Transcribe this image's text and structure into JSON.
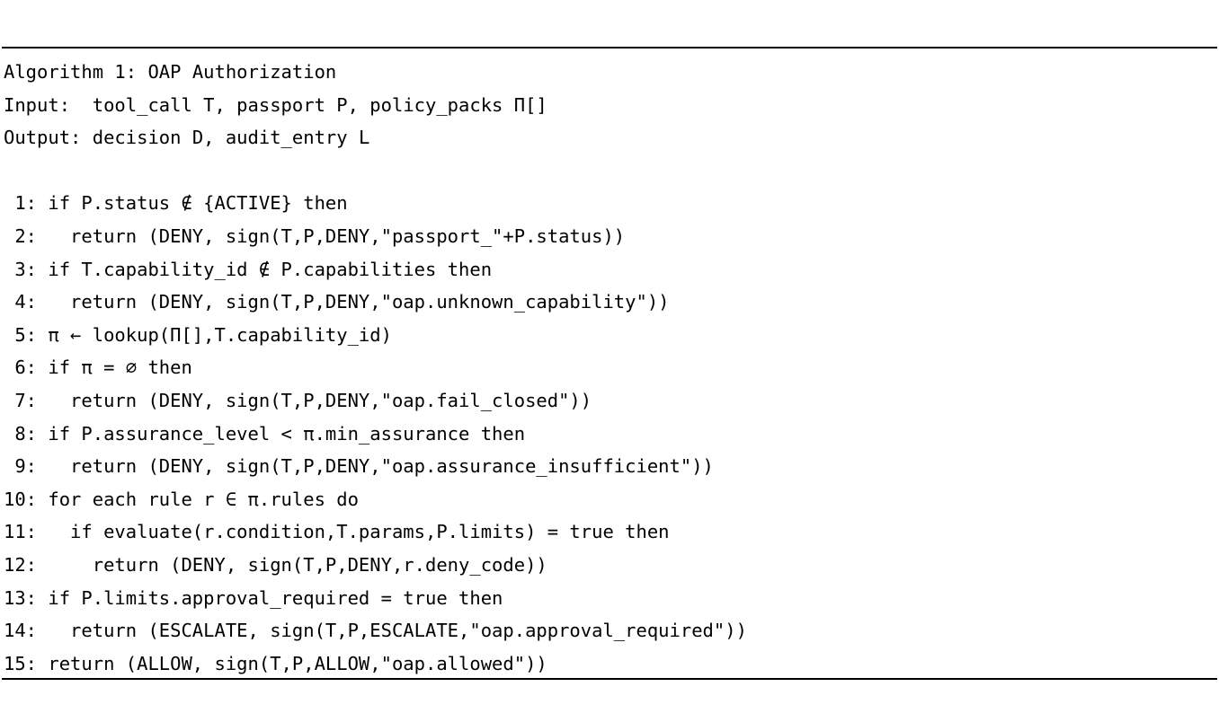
{
  "figure": {
    "kind": "latex-algorithm-block",
    "title": "Algorithm 1: OAP Authorization",
    "input_label": "Input:",
    "input_text": "  tool_call T, passport P, policy_packs Π[]",
    "output_label": "Output:",
    "output_text": " decision D, audit_entry L",
    "header_lines": [
      "Algorithm 1: OAP Authorization",
      "Input:  tool_call T, passport P, policy_packs Π[]",
      "Output: decision D, audit_entry L"
    ],
    "rules": {
      "top": true,
      "bottom": true,
      "color": "#000000"
    },
    "symbols": {
      "not_element_of": "∉",
      "element_of": "∈",
      "pi_lower": "π",
      "pi_upper": "Π",
      "empty_set": "∅",
      "left_arrow": "←"
    },
    "steps": [
      {
        "num": "1",
        "text": "if P.status ∉ {ACTIVE} then"
      },
      {
        "num": "2",
        "text": "  return (DENY, sign(T,P,DENY,\"passport_\"+P.status))"
      },
      {
        "num": "3",
        "text": "if T.capability_id ∉ P.capabilities then"
      },
      {
        "num": "4",
        "text": "  return (DENY, sign(T,P,DENY,\"oap.unknown_capability\"))"
      },
      {
        "num": "5",
        "text": "π ← lookup(Π[],T.capability_id)"
      },
      {
        "num": "6",
        "text": "if π = ∅ then"
      },
      {
        "num": "7",
        "text": "  return (DENY, sign(T,P,DENY,\"oap.fail_closed\"))"
      },
      {
        "num": "8",
        "text": "if P.assurance_level < π.min_assurance then"
      },
      {
        "num": "9",
        "text": "  return (DENY, sign(T,P,DENY,\"oap.assurance_insufficient\"))"
      },
      {
        "num": "10",
        "text": "for each rule r ∈ π.rules do"
      },
      {
        "num": "11",
        "text": "  if evaluate(r.condition,T.params,P.limits) = true then"
      },
      {
        "num": "12",
        "text": "    return (DENY, sign(T,P,DENY,r.deny_code))"
      },
      {
        "num": "13",
        "text": "if P.limits.approval_required = true then"
      },
      {
        "num": "14",
        "text": "  return (ESCALATE, sign(T,P,ESCALATE,\"oap.approval_required\"))"
      },
      {
        "num": "15",
        "text": "return (ALLOW, sign(T,P,ALLOW,\"oap.allowed\"))"
      }
    ]
  }
}
